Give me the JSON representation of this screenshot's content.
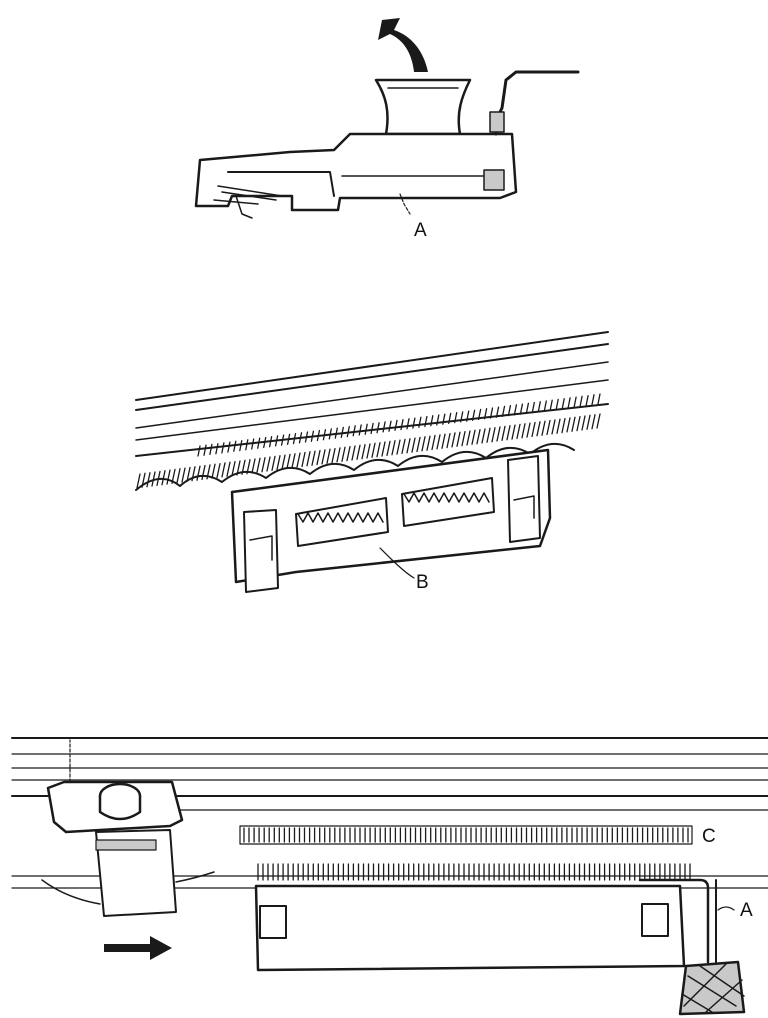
{
  "labels": {
    "fig1_a": "A",
    "fig2_b": "B",
    "fig3_c": "C",
    "fig3_a": "A"
  },
  "colors": {
    "ink": "#1a1a1a",
    "shade": "#c9c9c9",
    "paper": "#ffffff"
  },
  "icons": {
    "lift_arrow": "curved-up-arrow-icon",
    "move_arrow": "right-arrow-icon"
  }
}
